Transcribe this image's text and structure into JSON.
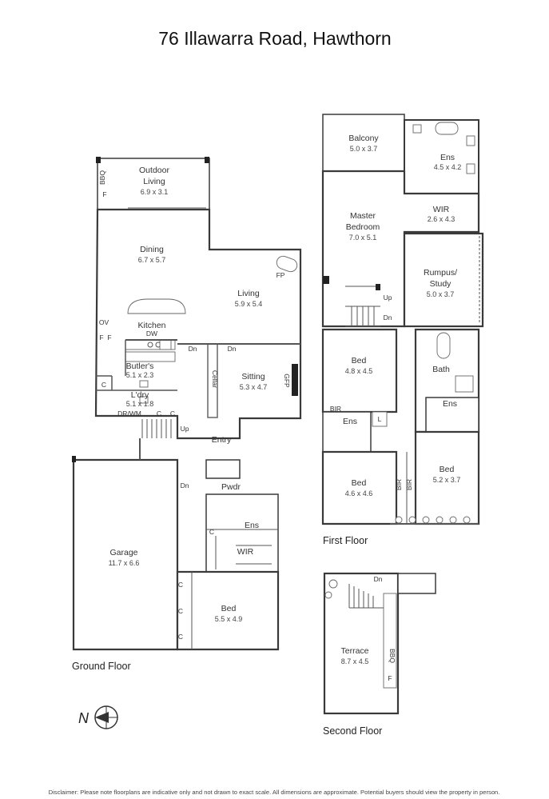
{
  "title": "76 Illawarra Road, Hawthorn",
  "floors": {
    "ground": "Ground Floor",
    "first": "First Floor",
    "second": "Second Floor"
  },
  "rooms": {
    "outdoor_living": {
      "name": "Outdoor Living",
      "line1": "Outdoor",
      "line2": "Living",
      "dim": "6.9 x 3.1"
    },
    "dining": {
      "name": "Dining",
      "dim": "6.7 x 5.7"
    },
    "living": {
      "name": "Living",
      "dim": "5.9 x 5.4"
    },
    "kitchen": {
      "name": "Kitchen"
    },
    "butlers": {
      "name": "Butler's",
      "dim": "5.1 x 2.3"
    },
    "ldry": {
      "name": "L'dry",
      "dim": "5.1 x 1.8"
    },
    "sitting": {
      "name": "Sitting",
      "dim": "5.3 x 4.7"
    },
    "cellar": {
      "name": "Cellar"
    },
    "entry": {
      "name": "Entry"
    },
    "pwdr": {
      "name": "Pwdr"
    },
    "garage": {
      "name": "Garage",
      "dim": "11.7 x 6.6"
    },
    "ground_ens": {
      "name": "Ens"
    },
    "ground_wir": {
      "name": "WIR"
    },
    "ground_bed": {
      "name": "Bed",
      "dim": "5.5 x 4.9"
    },
    "balcony": {
      "name": "Balcony",
      "dim": "5.0 x 3.7"
    },
    "master_ens": {
      "name": "Ens",
      "dim": "4.5 x 4.2"
    },
    "master_wir": {
      "name": "WIR",
      "dim": "2.6 x 4.3"
    },
    "master_bedroom": {
      "name": "Master Bedroom",
      "line1": "Master",
      "line2": "Bedroom",
      "dim": "7.0 x 5.1"
    },
    "rumpus": {
      "name": "Rumpus/ Study",
      "line1": "Rumpus/",
      "line2": "Study",
      "dim": "5.0 x 3.7"
    },
    "bed_a": {
      "name": "Bed",
      "dim": "4.8 x 4.5"
    },
    "bath": {
      "name": "Bath"
    },
    "ens_a": {
      "name": "Ens"
    },
    "ens_b": {
      "name": "Ens"
    },
    "bed_b": {
      "name": "Bed",
      "dim": "4.6 x 4.6"
    },
    "bed_c": {
      "name": "Bed",
      "dim": "5.2 x 3.7"
    },
    "terrace": {
      "name": "Terrace",
      "dim": "8.7 x 4.5"
    }
  },
  "fixtures": {
    "bbq": "BBQ",
    "f": "F",
    "ov": "OV",
    "dw": "DW",
    "fp": "FP",
    "gfp": "GFP",
    "c": "C",
    "dr_wm": "DR/WM",
    "bir": "BIR",
    "l": "L",
    "up": "Up",
    "dn": "Dn"
  },
  "compass": {
    "letter": "N"
  },
  "disclaimer": "Disclaimer: Please note floorplans are indicative only and not drawn to exact scale. All dimensions are approximate. Potential buyers should view the property in person."
}
